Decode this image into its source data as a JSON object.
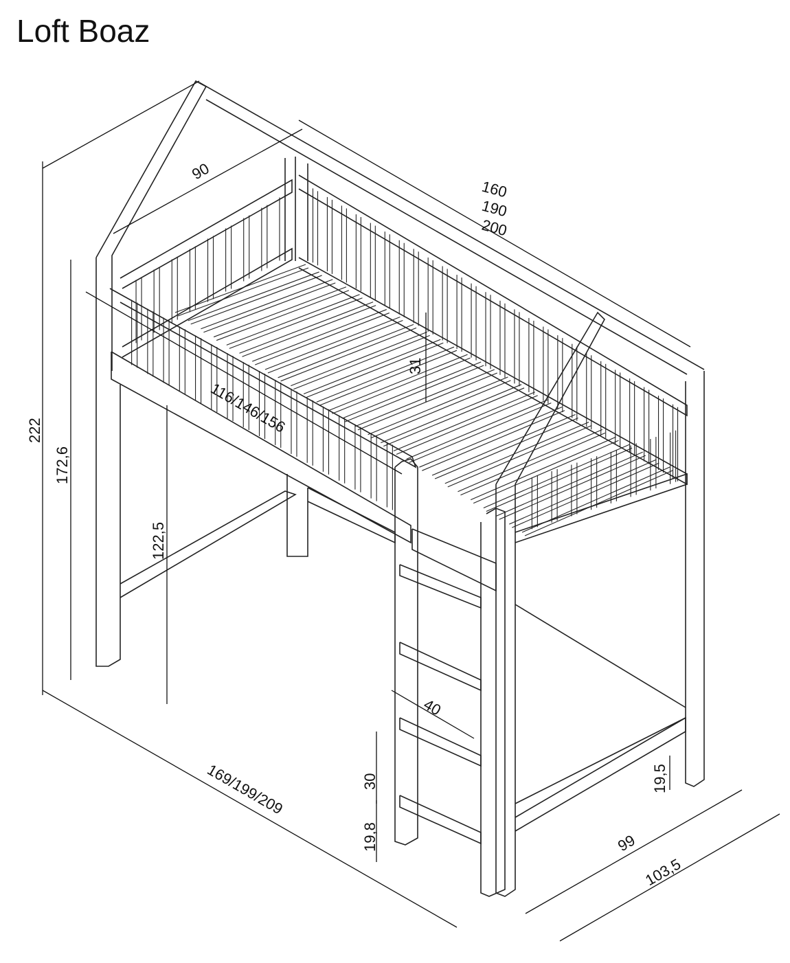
{
  "title": "Loft Boaz",
  "dimensions": {
    "depth_top": "90",
    "length_1": "160",
    "length_2": "190",
    "length_3": "200",
    "guard_height": "31",
    "guard_length": "116/146/156",
    "total_height": "222",
    "deck_height": "172,6",
    "clearance": "122,5",
    "ladder_width": "40",
    "step_spacing": "30",
    "first_step": "19,8",
    "bottom_rail": "19,5",
    "total_length": "169/199/209",
    "inner_width": "99",
    "total_width": "103,5"
  }
}
